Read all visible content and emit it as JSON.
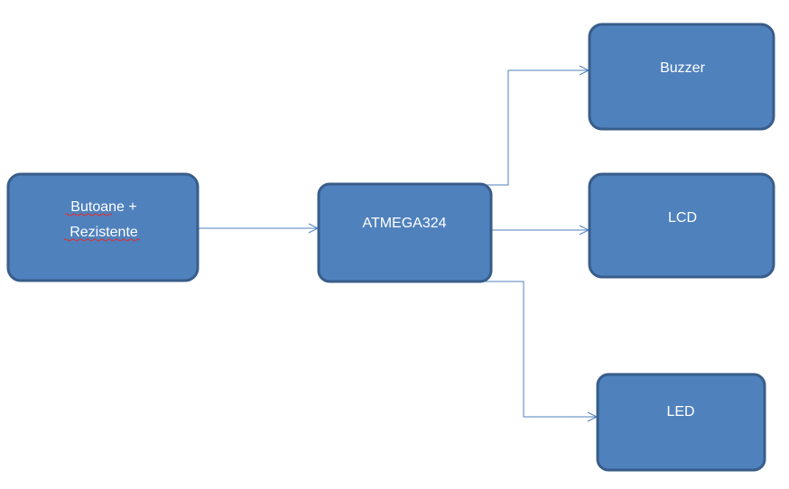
{
  "nodes": {
    "input": {
      "line1": "Butoane +",
      "line2": "Rezistente"
    },
    "mcu": {
      "label": "ATMEGA324"
    },
    "buzzer": {
      "label": "Buzzer"
    },
    "lcd": {
      "label": "LCD"
    },
    "led": {
      "label": "LED"
    }
  },
  "colors": {
    "box_fill": "#4f81bd",
    "box_border": "#385d8a",
    "connector": "#4f81bd",
    "text": "#ffffff",
    "spellcheck_underline": "#e03030"
  },
  "edges": [
    {
      "from": "input",
      "to": "mcu"
    },
    {
      "from": "mcu",
      "to": "buzzer"
    },
    {
      "from": "mcu",
      "to": "lcd"
    },
    {
      "from": "mcu",
      "to": "led"
    }
  ]
}
